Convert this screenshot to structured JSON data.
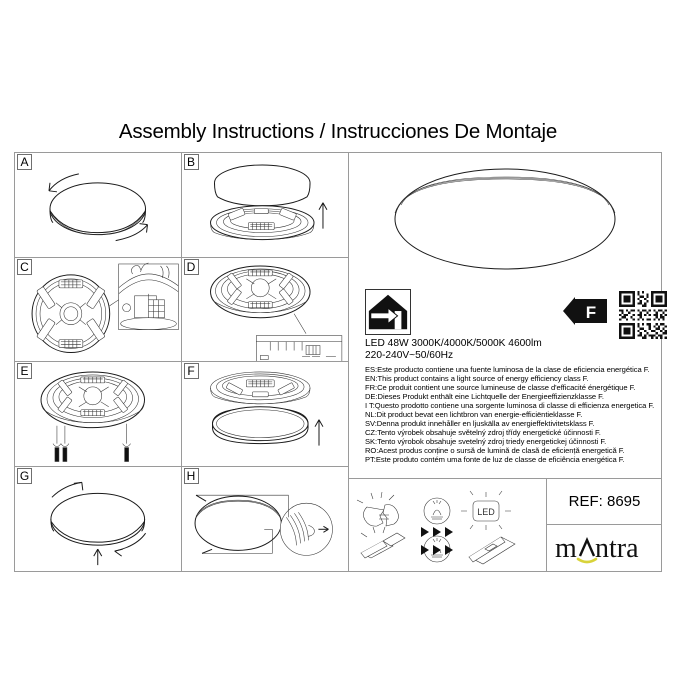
{
  "document": {
    "title": "Assembly Instructions / Instrucciones De Montaje"
  },
  "steps": [
    {
      "letter": "A",
      "name": "rotate-cover-to-unlock"
    },
    {
      "letter": "B",
      "name": "lift-cover-off-base"
    },
    {
      "letter": "C",
      "name": "base-plate-detail"
    },
    {
      "letter": "D",
      "name": "cct-selector-detail"
    },
    {
      "letter": "E",
      "name": "fix-base-with-screws"
    },
    {
      "letter": "F",
      "name": "push-cover-onto-base"
    },
    {
      "letter": "G",
      "name": "rotate-cover-to-lock"
    },
    {
      "letter": "H",
      "name": "completed-fixture-detail"
    }
  ],
  "product": {
    "render_name": "round-ceiling-light-render"
  },
  "specs": {
    "line1": "LED 48W 3000K/4000K/5000K 4600lm",
    "line2": "220-240V~50/60Hz",
    "energy_class": "F",
    "indoor_symbol_name": "indoor-use-symbol",
    "qr_name": "qr-code"
  },
  "energy_statements": [
    "ES:Este producto contiene una fuente luminosa de la clase de eficiencia energética F.",
    "EN:This product contains a light source of energy efficiency class F.",
    "FR:Ce produit contient une source lumineuse de classe d'efficacité énergétique F.",
    "DE:Dieses Produkt enthält eine Lichtquelle der Energieeffizienzklasse F.",
    "I T:Questo prodotto contiene una sorgente luminosa di classe di efficienza energetica F.",
    "NL:Dit product bevat een lichtbron van energie-efficiëntieklasse F.",
    "SV:Denna produkt innehåller en ljuskälla av energieffektivitetsklass F.",
    "CZ:Tento výrobek obsahuje světelný zdroj třídy energetické účinnosti F.",
    "SK:Tento výrobok obsahuje svetelný zdroj triedy energetickej účinnosti F.",
    "RO:Acest produs conține o sursă de lumină de clasă de eficiență energetică F.",
    "PT:Este produto contém uma fonte de luz de classe de eficiência energética F."
  ],
  "icons": {
    "row1": [
      "broken-bulb-icon",
      "no-replace-by-user-icon",
      "led-module-icon"
    ],
    "row2": [
      "broken-led-strip-icon",
      "no-replace-by-user-icon",
      "led-strip-icon"
    ],
    "arrows": "▶▶▶"
  },
  "reference": {
    "label": "REF: 8695"
  },
  "brand": {
    "name": "mantra",
    "accent_color": "#d8d33a",
    "text_color": "#111111"
  }
}
